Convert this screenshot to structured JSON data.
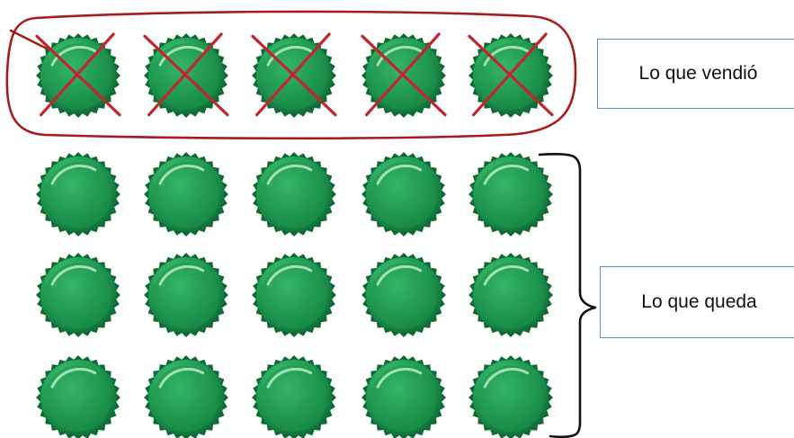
{
  "sold": {
    "label": "Lo que vendió",
    "cap_count": 5
  },
  "remaining": {
    "label": "Lo que queda",
    "rows": 3,
    "columns": 5
  },
  "colors": {
    "cap_green": "#1f9a52",
    "cap_dark": "#0e6a35",
    "cross_red": "#c0262c",
    "loop_red": "#a51c1c",
    "label_border": "#5b8ec9",
    "bracket": "#111111"
  },
  "icons": {
    "cap": "bottle-cap-icon",
    "cross": "cross-mark-icon"
  }
}
